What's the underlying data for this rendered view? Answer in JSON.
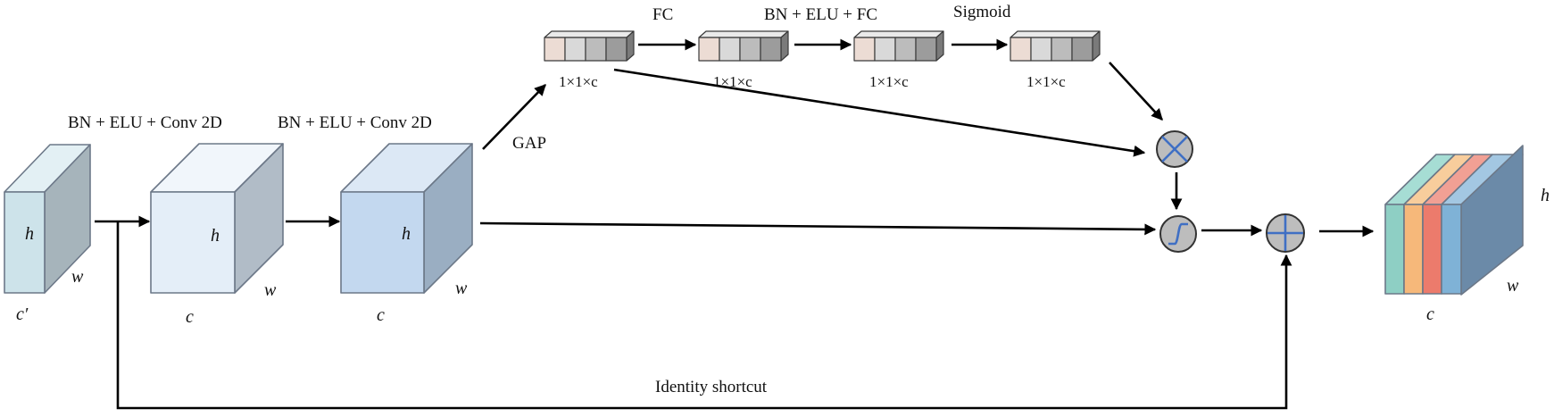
{
  "labels": {
    "conv1": "BN + ELU + Conv 2D",
    "conv2": "BN + ELU + Conv 2D",
    "gap": "GAP",
    "fc": "FC",
    "bn_elu_fc": "BN + ELU + FC",
    "sigmoid": "Sigmoid",
    "identity": "Identity shortcut"
  },
  "dims": {
    "h": "h",
    "w": "w",
    "c": "c",
    "c_prime": "c′",
    "vector": "1×1×c"
  },
  "colors": {
    "cube_input": "#cde3ea",
    "cube_mid": "#e4eef8",
    "cube_third": "#c3d8ef",
    "out_stripes": [
      "#8ecfc4",
      "#f6b87a",
      "#ec7b6c",
      "#7fb2d6"
    ],
    "out_side": "#6b8aa8",
    "op_fill": "#bdbdbd",
    "op_symbol": "#3f6fc4",
    "vector_cells": [
      "#ecdcd4",
      "#d9d9d9",
      "#bcbcbc",
      "#9c9c9c"
    ]
  },
  "icons": [
    "multiply-icon",
    "sigmoid-icon",
    "add-icon"
  ]
}
